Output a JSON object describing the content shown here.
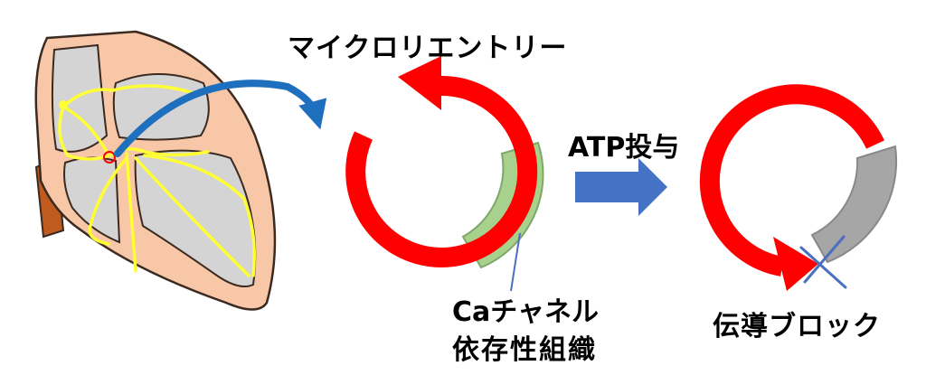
{
  "labels": {
    "microreentry": "マイクロリエントリー",
    "atp": "ATP投与",
    "ca_line1": "Caチャネル",
    "ca_line2": "依存性組織",
    "conduction_block": "伝導ブロック"
  },
  "colors": {
    "reentry_red": "#ff0000",
    "heart_skin": "#f8c7a8",
    "heart_outline": "#3a2a20",
    "chamber_gray": "#d4d4d4",
    "conduction_yellow": "#ffff33",
    "aorta_brown": "#c05a1e",
    "curved_arrow_blue": "#1f6fbf",
    "block_arrow_blue": "#4472c4",
    "ca_tissue_green": "#a9d18e",
    "blocked_tissue_gray": "#a6a6a6",
    "block_mark_blue": "#4a6fbf"
  }
}
